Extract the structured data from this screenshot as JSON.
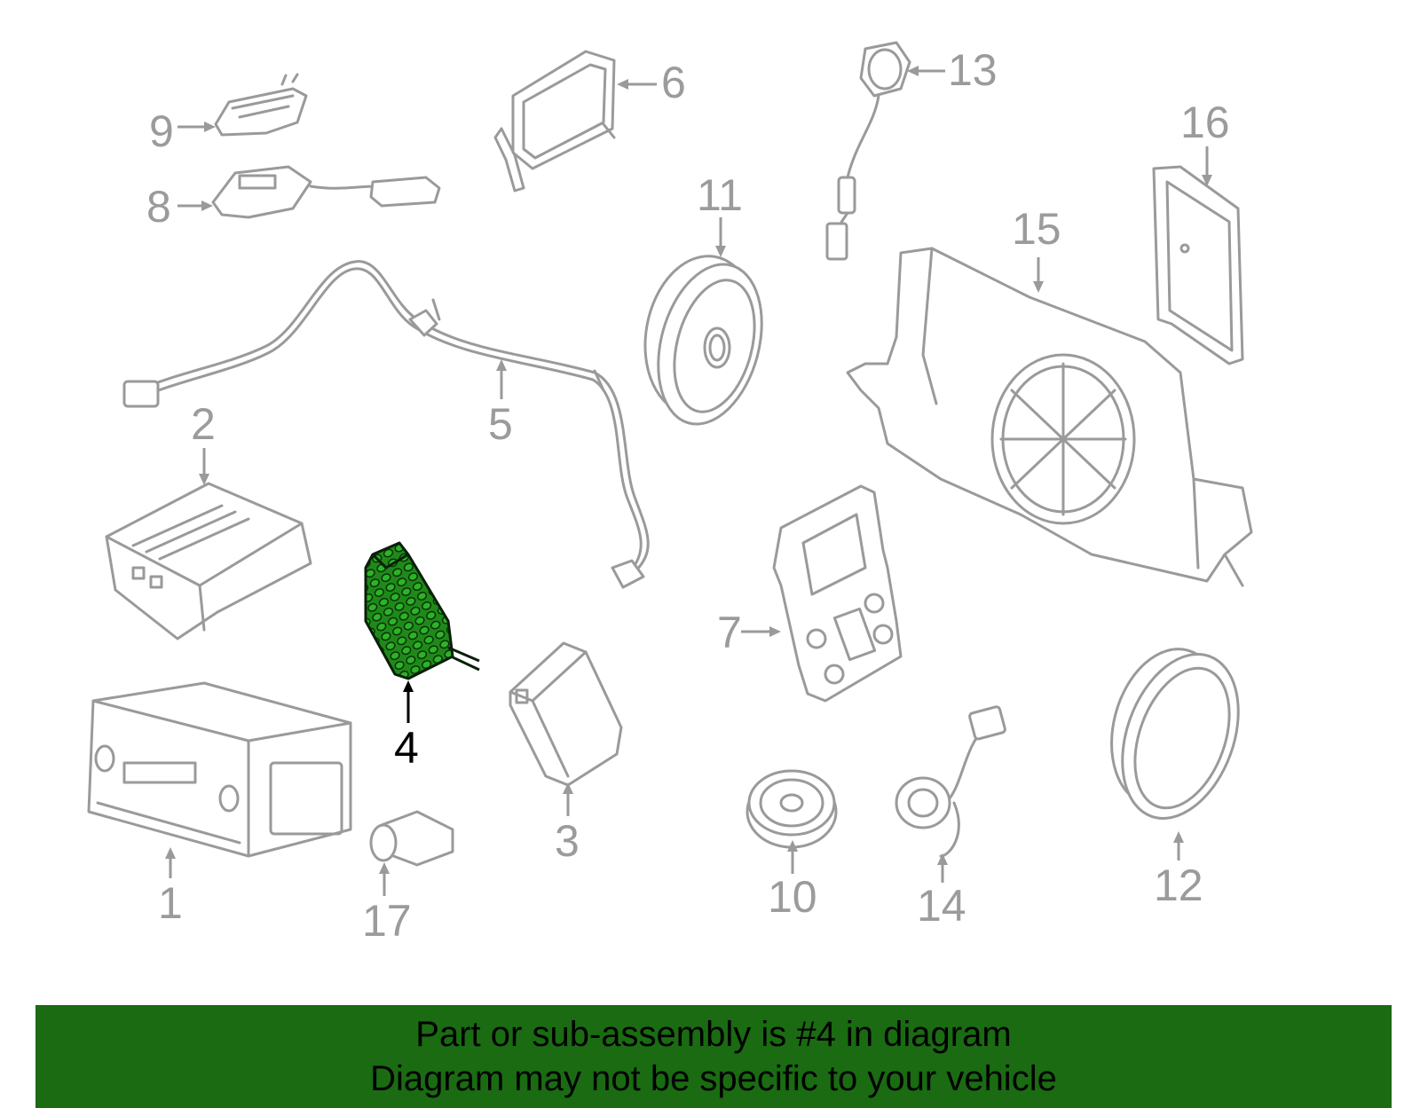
{
  "callouts": {
    "c1": "1",
    "c2": "2",
    "c3": "3",
    "c4": "4",
    "c5": "5",
    "c6": "6",
    "c7": "7",
    "c8": "8",
    "c9": "9",
    "c10": "10",
    "c11": "11",
    "c12": "12",
    "c13": "13",
    "c14": "14",
    "c15": "15",
    "c16": "16",
    "c17": "17"
  },
  "highlighted_part": "4",
  "banner": {
    "line1": "Part or sub-assembly is #4 in diagram",
    "line2": "Diagram may not be specific to your vehicle"
  },
  "colors": {
    "banner_bg": "#1a6b12",
    "highlight_fill": "#1f8a1a",
    "part_stroke": "#9a9a9a",
    "callout_text": "#9b9b9b"
  }
}
